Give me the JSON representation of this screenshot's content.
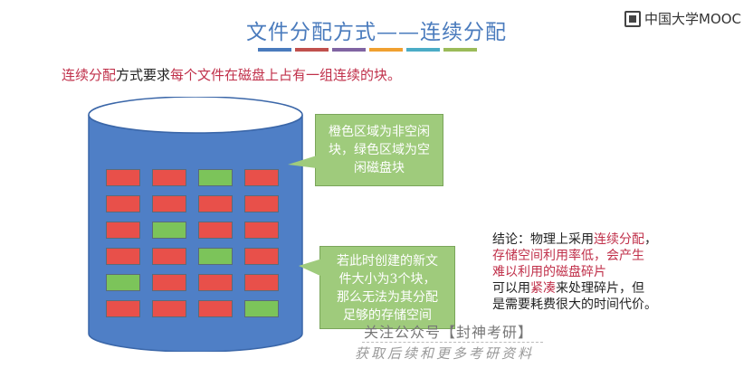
{
  "slide": {
    "title": "文件分配方式——连续分配",
    "strip_colors": [
      "#4a7bbd",
      "#c0504d",
      "#8064a2",
      "#f0a030",
      "#4bacc6",
      "#9bbb59"
    ],
    "logo_text": "中国大学MOOC"
  },
  "intro": {
    "part1": "连续分配",
    "part2": "方式要求",
    "part3": "每个文件在磁盘上占有一组连续的块。"
  },
  "disk": {
    "fill_color": "#4f7fc6",
    "orange_color": "#e8504a",
    "green_color": "#7cc45a",
    "grid": [
      [
        "orange",
        "orange",
        "green",
        "orange"
      ],
      [
        "orange",
        "orange",
        "orange",
        "orange"
      ],
      [
        "orange",
        "green",
        "orange",
        "orange"
      ],
      [
        "orange",
        "orange",
        "green",
        "orange"
      ],
      [
        "green",
        "orange",
        "orange",
        "orange"
      ],
      [
        "orange",
        "orange",
        "orange",
        "green"
      ]
    ]
  },
  "callout_top": {
    "line1": "橙色区域为非空闲",
    "line2": "块，绿色区域为空",
    "line3": "闲磁盘块"
  },
  "callout_bottom": {
    "line1": "若此时创建的新文",
    "line2": "件大小为3个块，",
    "line3": "那么无法为其分配",
    "line4": "足够的存储空间"
  },
  "conclusion": {
    "l1a": "结论：物理上采用",
    "l1b": "连续分配",
    "l1c": "，",
    "l2": "存储空间利用率低，会产生",
    "l3": "难以利用的磁盘碎片",
    "l4a": "可以用",
    "l4b": "紧凑",
    "l4c": "来处理碎片，但",
    "l5": "是需要耗费很大的时间代价。"
  },
  "watermark": {
    "line1": "关注公众号【封神考研】",
    "line2": "获取后续和更多考研资料"
  }
}
